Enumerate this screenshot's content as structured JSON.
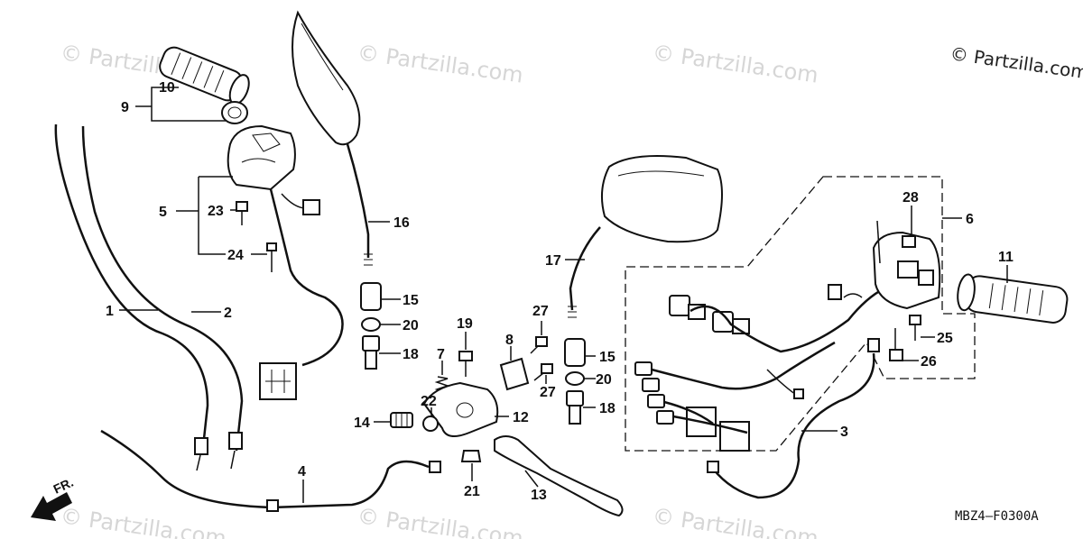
{
  "copyright": "© Partzilla.com",
  "watermark": "© Partzilla.com",
  "diagram_code": "MBZ4—F0300A",
  "direction_label": "FR.",
  "callouts": [
    {
      "id": "c1",
      "label": "1"
    },
    {
      "id": "c2",
      "label": "2"
    },
    {
      "id": "c3",
      "label": "3"
    },
    {
      "id": "c4",
      "label": "4"
    },
    {
      "id": "c5",
      "label": "5"
    },
    {
      "id": "c6",
      "label": "6"
    },
    {
      "id": "c7",
      "label": "7"
    },
    {
      "id": "c8",
      "label": "8"
    },
    {
      "id": "c9",
      "label": "9"
    },
    {
      "id": "c10",
      "label": "10"
    },
    {
      "id": "c11",
      "label": "11"
    },
    {
      "id": "c12",
      "label": "12"
    },
    {
      "id": "c13",
      "label": "13"
    },
    {
      "id": "c14",
      "label": "14"
    },
    {
      "id": "c15a",
      "label": "15"
    },
    {
      "id": "c15b",
      "label": "15"
    },
    {
      "id": "c16",
      "label": "16"
    },
    {
      "id": "c17",
      "label": "17"
    },
    {
      "id": "c18a",
      "label": "18"
    },
    {
      "id": "c18b",
      "label": "18"
    },
    {
      "id": "c19",
      "label": "19"
    },
    {
      "id": "c20a",
      "label": "20"
    },
    {
      "id": "c20b",
      "label": "20"
    },
    {
      "id": "c21",
      "label": "21"
    },
    {
      "id": "c22",
      "label": "22"
    },
    {
      "id": "c23",
      "label": "23"
    },
    {
      "id": "c24",
      "label": "24"
    },
    {
      "id": "c25",
      "label": "25"
    },
    {
      "id": "c26",
      "label": "26"
    },
    {
      "id": "c27a",
      "label": "27"
    },
    {
      "id": "c27b",
      "label": "27"
    },
    {
      "id": "c28",
      "label": "28"
    }
  ]
}
